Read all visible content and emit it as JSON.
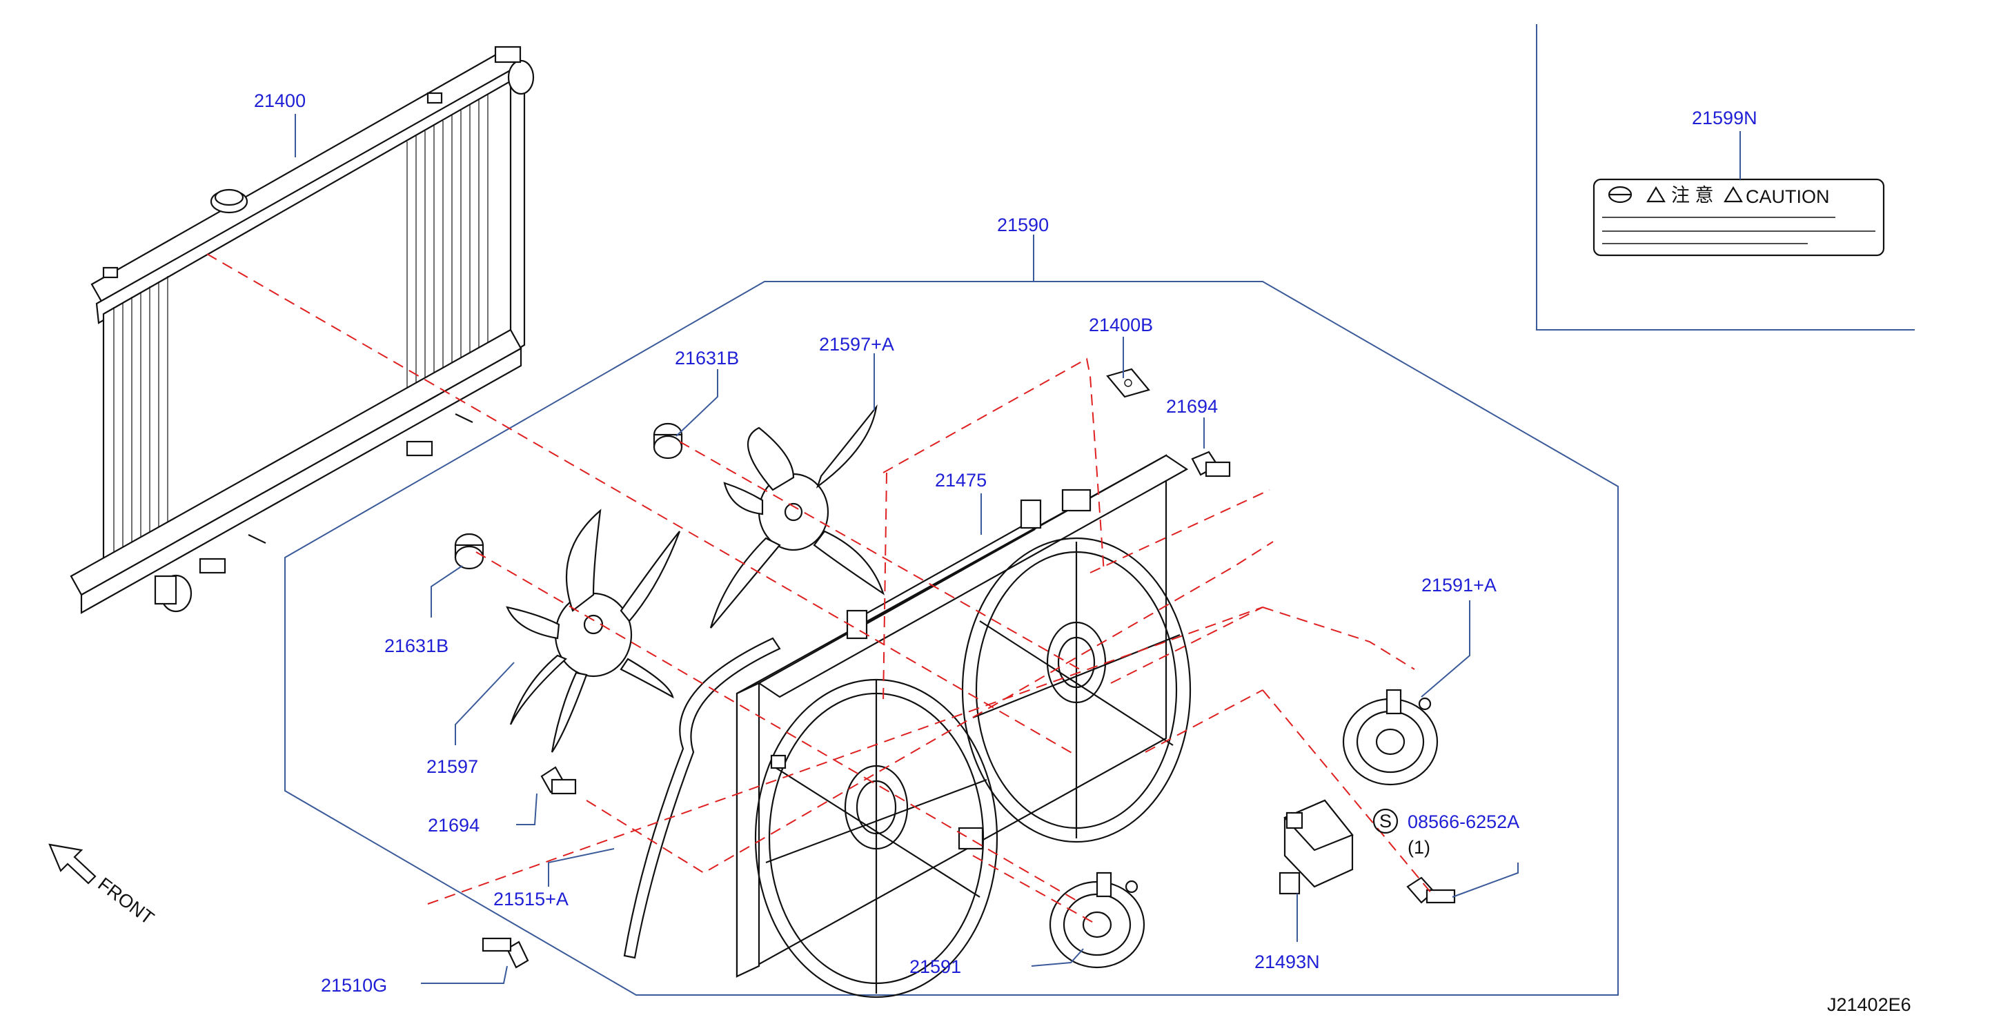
{
  "diagram_code": "J21402E6",
  "front_label": "FRONT",
  "caution_label": {
    "text": "CAUTION",
    "glyphs": "注 意"
  },
  "parts": [
    {
      "id": "21400",
      "label": "21400"
    },
    {
      "id": "21590",
      "label": "21590"
    },
    {
      "id": "21599N",
      "label": "21599N"
    },
    {
      "id": "21400B",
      "label": "21400B"
    },
    {
      "id": "21631B-a",
      "label": "21631B"
    },
    {
      "id": "21597+A",
      "label": "21597+A"
    },
    {
      "id": "21694-a",
      "label": "21694"
    },
    {
      "id": "21475",
      "label": "21475"
    },
    {
      "id": "21591+A",
      "label": "21591+A"
    },
    {
      "id": "21631B-b",
      "label": "21631B"
    },
    {
      "id": "21597",
      "label": "21597"
    },
    {
      "id": "21694-b",
      "label": "21694"
    },
    {
      "id": "21515+A",
      "label": "21515+A"
    },
    {
      "id": "08566-6252A",
      "label": "08566-6252A",
      "prefix": "S",
      "qty": "(1)"
    },
    {
      "id": "21591",
      "label": "21591"
    },
    {
      "id": "21493N",
      "label": "21493N"
    },
    {
      "id": "21510G",
      "label": "21510G"
    }
  ],
  "colors": {
    "part_number": "#1f1fd6",
    "leader_line": "#3a5a9a",
    "dashed_guide": "#e02020",
    "drawing": "#111111"
  }
}
